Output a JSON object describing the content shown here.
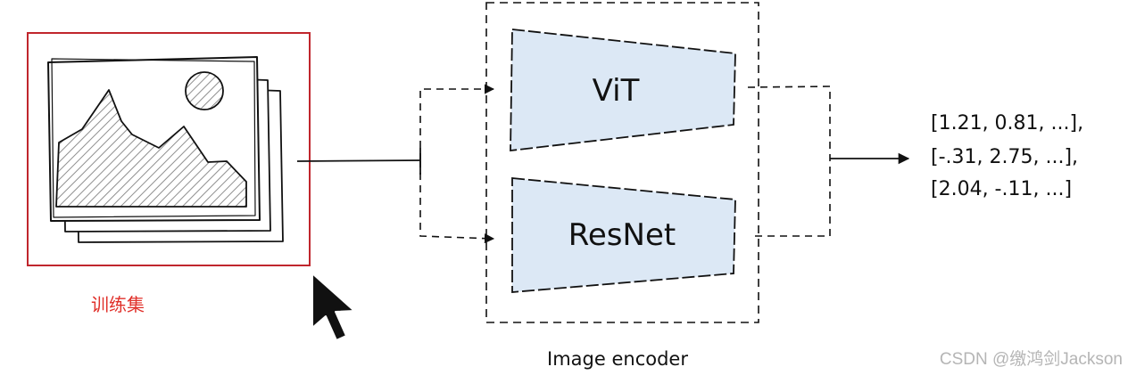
{
  "models": [
    {
      "name": "ViT"
    },
    {
      "name": "ResNet"
    }
  ],
  "output_lines": [
    "[1.21, 0.81, ...],",
    "[-.31, 2.75, ...],",
    "[2.04, -.11, ...]"
  ],
  "encoder_caption": "Image encoder",
  "dataset_label": "训练集",
  "watermark": "CSDN @缴鸿剑Jackson",
  "colors": {
    "highlight_box": "#c0262d",
    "dataset_label": "#e0302a",
    "model_fill": "#dce8f5",
    "stroke": "#111111",
    "hatch": "#9a9a9a",
    "watermark": "#b5b5b5"
  },
  "icons": {
    "image_stack": "image-stack-icon",
    "cursor": "mouse-cursor-icon"
  }
}
